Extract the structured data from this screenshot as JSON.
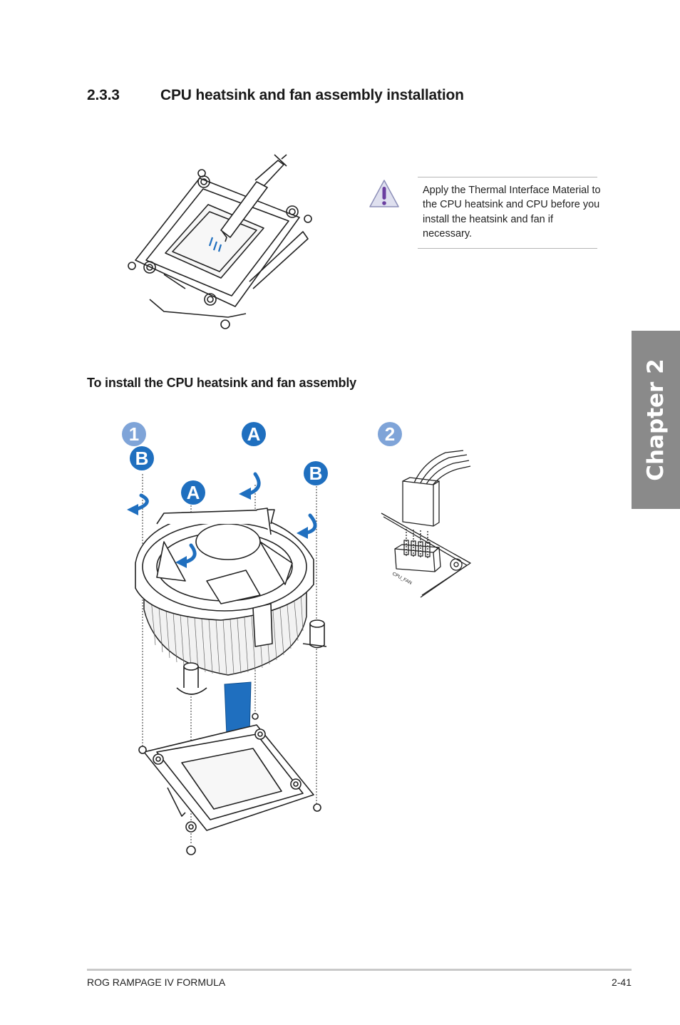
{
  "section": {
    "number": "2.3.3",
    "title": "CPU heatsink and fan assembly installation"
  },
  "note": {
    "text": "Apply the Thermal Interface Material to the CPU heatsink and CPU before you install the heatsink and fan if necessary.",
    "icon": "warning-triangle-icon"
  },
  "subheading": "To install the CPU heatsink and fan assembly",
  "steps": {
    "step1": "1",
    "step2": "2",
    "label_a": "A",
    "label_b": "B"
  },
  "connector_label": "CPU_FAN",
  "chapter_tab": "Chapter 2",
  "footer": {
    "left": "ROG RAMPAGE IV FORMULA",
    "right": "2-41"
  },
  "colors": {
    "badge_blue": "#1f6fbf",
    "step_circle": "#7fa4d8",
    "tab_gray": "#8a8a8a",
    "arrow_blue": "#1f6fbf"
  }
}
